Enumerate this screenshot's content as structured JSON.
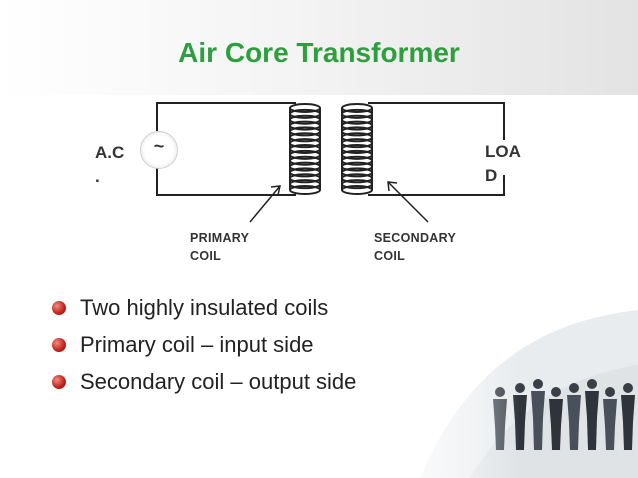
{
  "slide": {
    "title": "Air Core Transformer"
  },
  "diagram": {
    "source_label_line1": "A.C",
    "source_label_line2": ".",
    "source_symbol": "~",
    "load_label_line1": "LOA",
    "load_label_line2": "D",
    "primary_label_line1": "PRIMARY",
    "primary_label_line2": "COIL",
    "secondary_label_line1": "SECONDARY",
    "secondary_label_line2": "COIL"
  },
  "bullets": [
    {
      "text": "Two highly insulated coils"
    },
    {
      "text": "Primary coil – input side"
    },
    {
      "text": "Secondary coil – output side"
    }
  ],
  "colors": {
    "title": "#2e9e3e",
    "bullet": "#c4271f",
    "wire": "#222222"
  }
}
